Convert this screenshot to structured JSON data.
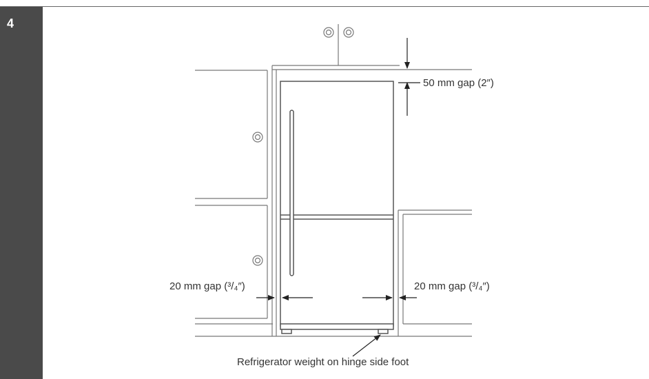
{
  "step_number": "4",
  "labels": {
    "top_gap": "50 mm gap (2″)",
    "left_gap": "20 mm gap (³/₄″)",
    "right_gap": "20 mm gap (³/₄″)",
    "weight_note": "Refrigerator weight on hinge side foot"
  },
  "colors": {
    "sidebar": "#4a4a4a",
    "lines": "#777777",
    "arrows": "#222222"
  }
}
